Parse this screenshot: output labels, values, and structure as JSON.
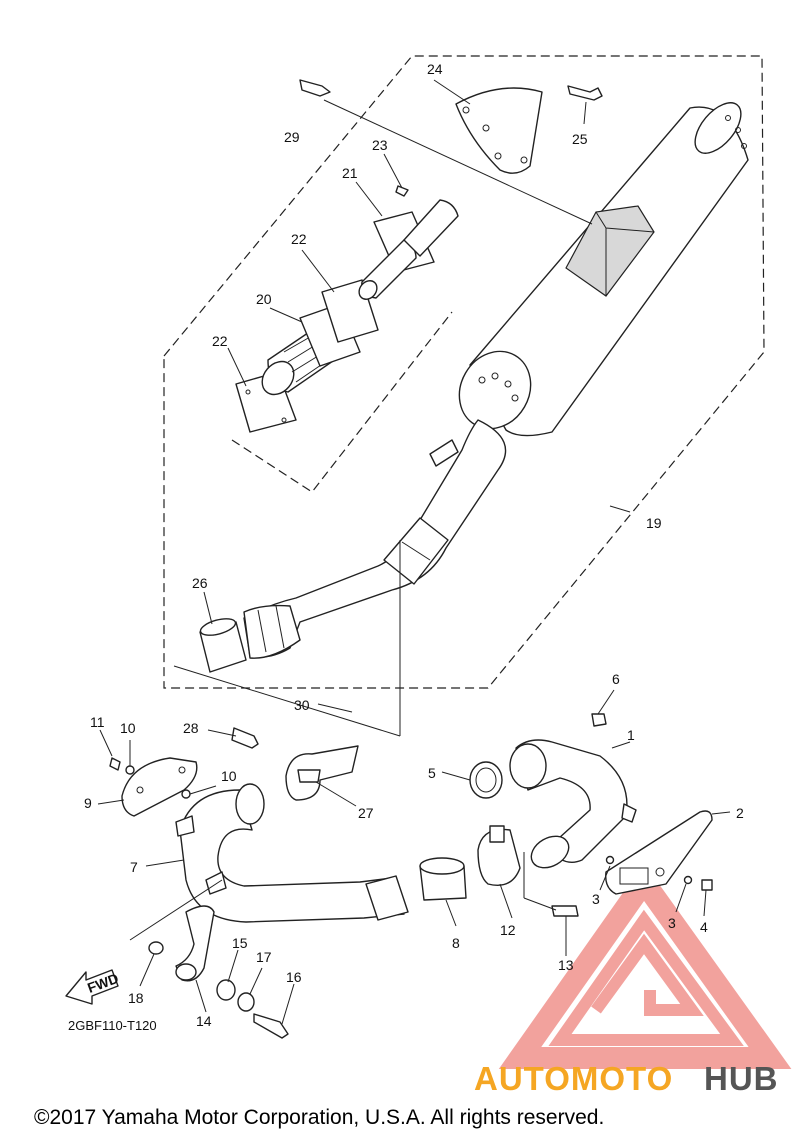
{
  "diagram": {
    "callouts": [
      "1",
      "2",
      "3",
      "3",
      "4",
      "5",
      "6",
      "7",
      "8",
      "9",
      "10",
      "10",
      "11",
      "12",
      "13",
      "14",
      "15",
      "16",
      "17",
      "18",
      "19",
      "20",
      "21",
      "22",
      "22",
      "23",
      "24",
      "25",
      "26",
      "27",
      "28",
      "29",
      "30"
    ],
    "drawing_code": "2GBF110-T120",
    "fwd_label": "FWD",
    "copyright": "©2017 Yamaha Motor Corporation, U.S.A. All rights reserved."
  },
  "watermark": {
    "brand_part1": "AUTOMOTO",
    "brand_part2": "HUB",
    "colors": {
      "accent": "#f08a84",
      "orange": "#f5a623",
      "dark": "#555555"
    }
  }
}
